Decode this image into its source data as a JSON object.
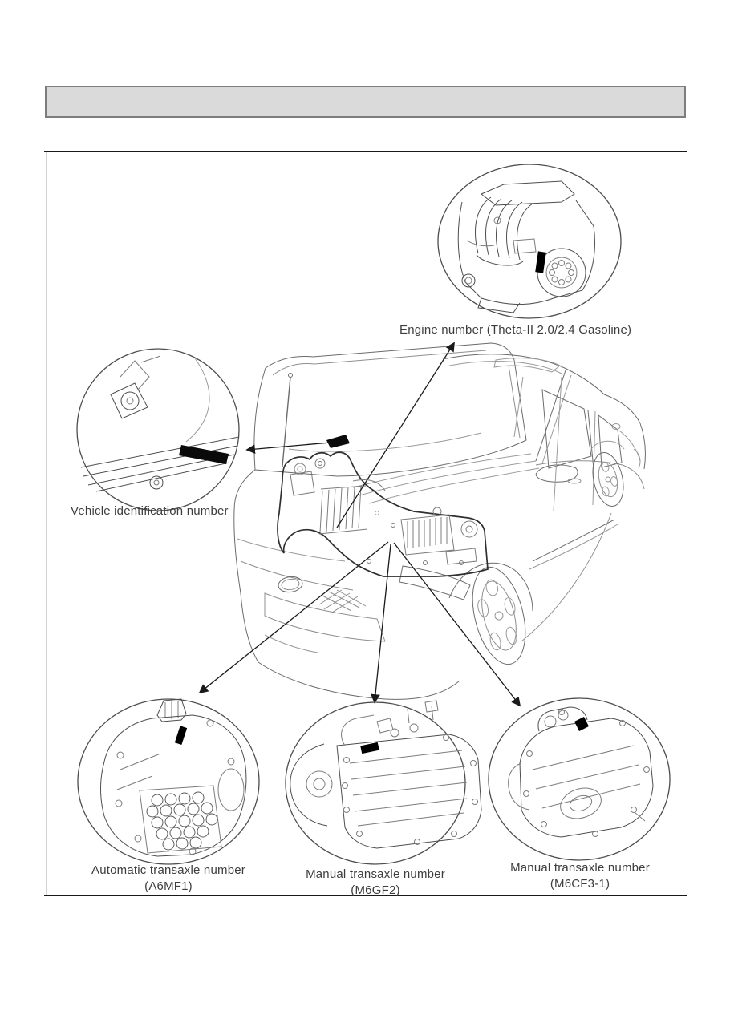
{
  "page": {
    "type": "service-manual-identification-page",
    "header_bar_text": ""
  },
  "callouts": {
    "engine": {
      "label": "Engine number (Theta-II 2.0/2.4 Gasoline)"
    },
    "vin": {
      "label": "Vehicle identification number"
    },
    "transaxle_auto": {
      "line1": "Automatic transaxle number",
      "line2": "(A6MF1)"
    },
    "transaxle_manual_m6gf2": {
      "line1": "Manual transaxle number",
      "line2": "(M6GF2)"
    },
    "transaxle_manual_m6cf3": {
      "line1": "Manual transaxle number",
      "line2": "(M6CF3-1)"
    }
  },
  "colors": {
    "header_bar_bg": "#dadada",
    "header_bar_border": "#7d7d7d",
    "rule": "#191919",
    "line_art": "#6b6b6b",
    "heavy_line": "#2f2f2f",
    "id_marker": "#000000",
    "label_text": "#3d3d3d"
  }
}
